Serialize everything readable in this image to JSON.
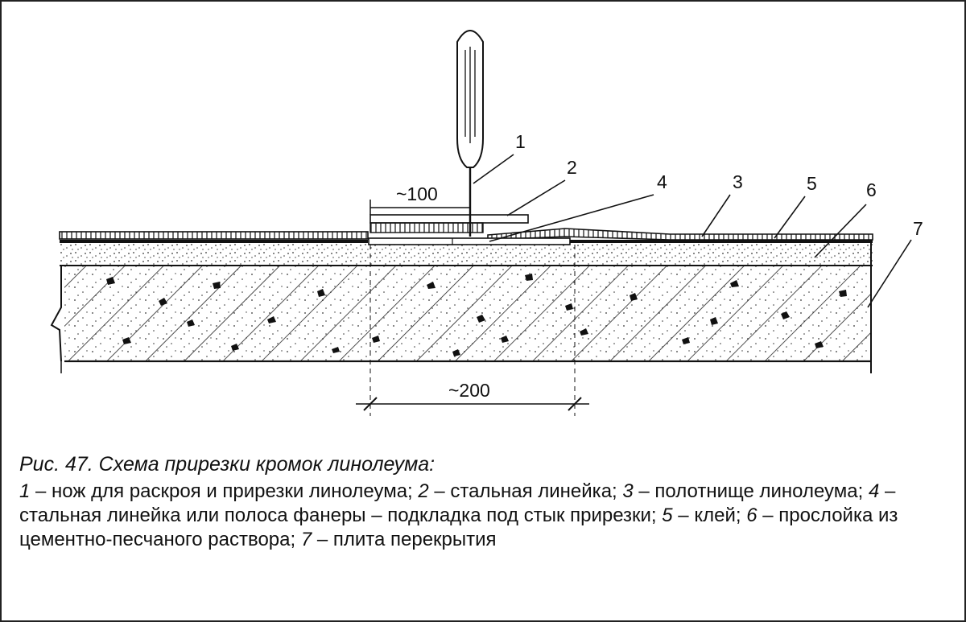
{
  "labels": {
    "knife": "1",
    "steel_ruler": "2",
    "linoleum_sheet": "3",
    "underlay_strip": "4",
    "glue": "5",
    "mortar_layer": "6",
    "floor_slab": "7"
  },
  "dimensions": {
    "ruler_width": "~100",
    "cut_zone": "~200"
  },
  "caption": {
    "title": "Рис. 47. Схема прирезки кромок линолеума:",
    "legend": [
      {
        "num": "1",
        "text": " – нож для раскроя и прирезки линолеума; "
      },
      {
        "num": "2",
        "text": " – стальная линейка; "
      },
      {
        "num": "3",
        "text": " – полотнище линолеума; "
      },
      {
        "num": "4",
        "text": " – стальная линейка или полоса фанеры – подкладка под стык прирезки; "
      },
      {
        "num": "5",
        "text": " – клей; "
      },
      {
        "num": "6",
        "text": " – прослойка из цементно-песчаного раствора; "
      },
      {
        "num": "7",
        "text": " – плита перекрытия"
      }
    ]
  }
}
